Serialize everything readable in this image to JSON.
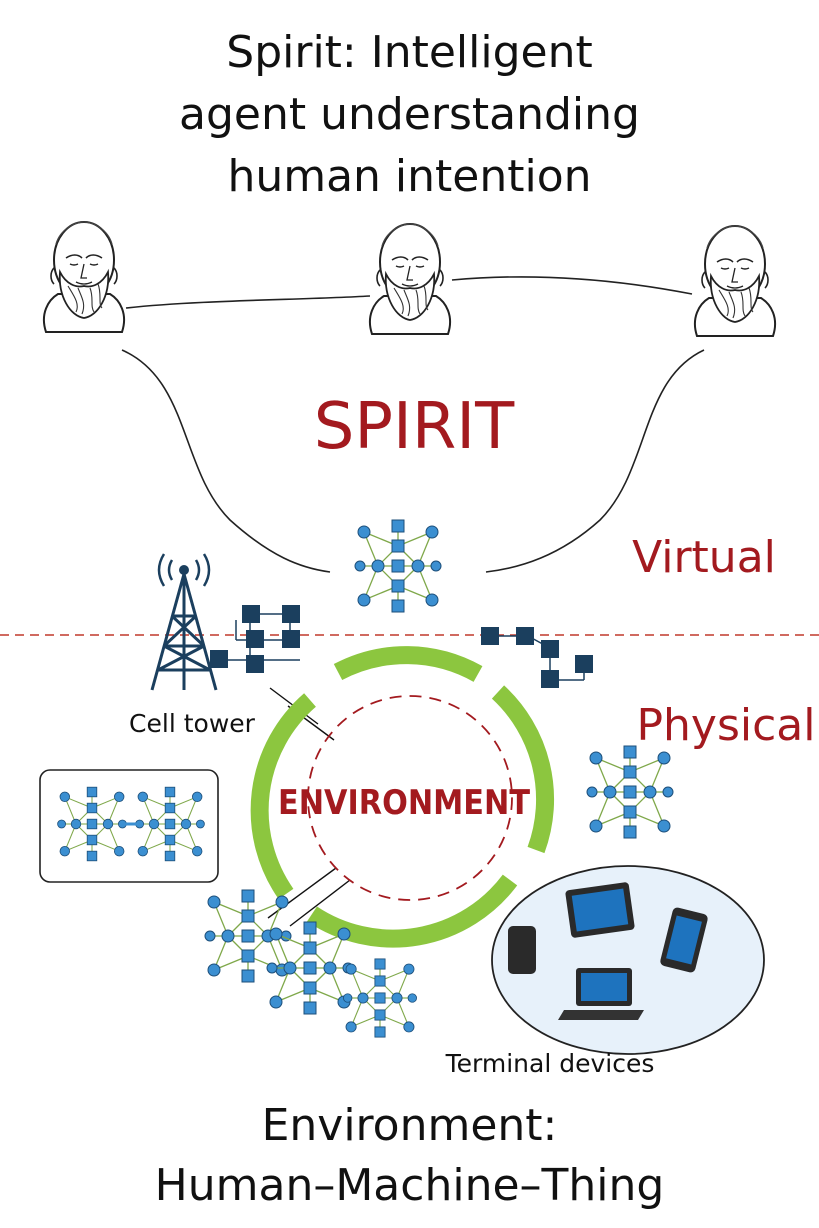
{
  "heading": {
    "line1": "Spirit: Intelligent",
    "line2": "agent understanding",
    "line3": "human intention"
  },
  "labels": {
    "spirit": "SPIRIT",
    "virtual": "Virtual",
    "physical": "Physical",
    "environment": "ENVIRONMENT",
    "cell_tower": "Cell tower",
    "terminal_devices": "Terminal devices"
  },
  "footer": {
    "line1": "Environment:",
    "line2": "Human–Machine–Thing"
  },
  "colors": {
    "accent_red": "#a31a1f",
    "ring_green": "#8cc63f",
    "node_blue": "#3b8fd1",
    "block_navy": "#1b3f5e"
  }
}
